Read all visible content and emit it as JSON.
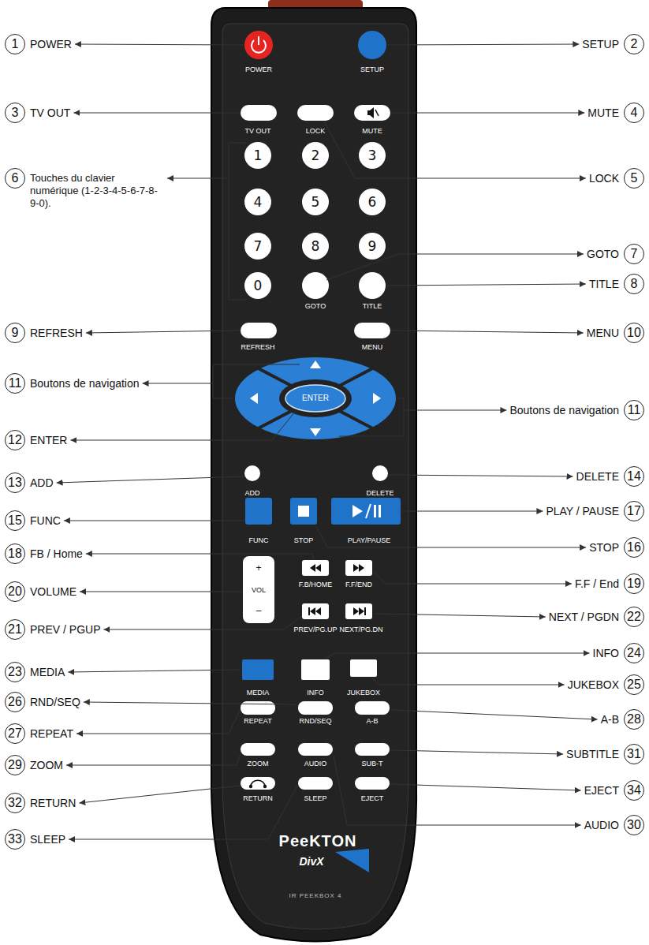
{
  "diagram": {
    "nodes": [
      {
        "text": [
          "1",
          "POWER"
        ]
      },
      {
        "text": [
          "2",
          "SETUP"
        ]
      },
      {
        "text": [
          "3",
          "TV OUT"
        ]
      },
      {
        "text": [
          "4",
          "MUTE"
        ]
      },
      {
        "text": [
          "6",
          "Touches du clavier numérique (1-2-3-4-5-6-7-8-9-0)."
        ]
      },
      {
        "text": [
          "5",
          "LOCK"
        ]
      },
      {
        "text": [
          "7",
          "GOTO"
        ]
      },
      {
        "text": [
          "8",
          "TITLE"
        ]
      },
      {
        "text": [
          "9",
          "REFRESH"
        ]
      },
      {
        "text": [
          "10",
          "MENU"
        ]
      },
      {
        "text": [
          "11",
          "Boutons de navigation"
        ]
      },
      {
        "text": [
          "11",
          "Boutons de navigation"
        ]
      },
      {
        "text": [
          "12",
          "ENTER"
        ]
      },
      {
        "text": [
          "13",
          "ADD"
        ]
      },
      {
        "text": [
          "14",
          "DELETE"
        ]
      },
      {
        "text": [
          "15",
          "FUNC"
        ]
      },
      {
        "text": [
          "17",
          "PLAY / PAUSE"
        ]
      },
      {
        "text": [
          "18",
          "FB / Home"
        ]
      },
      {
        "text": [
          "16",
          "STOP"
        ]
      },
      {
        "text": [
          "20",
          "VOLUME"
        ]
      },
      {
        "text": [
          "19",
          "F.F / End"
        ]
      },
      {
        "text": [
          "21",
          "PREV / PGUP"
        ]
      },
      {
        "text": [
          "22",
          "NEXT / PGDN"
        ]
      },
      {
        "text": [
          "23",
          "MEDIA"
        ]
      },
      {
        "text": [
          "24",
          "INFO"
        ]
      },
      {
        "text": [
          "26",
          "RND/SEQ"
        ]
      },
      {
        "text": [
          "25",
          "JUKEBOX"
        ]
      },
      {
        "text": [
          "27",
          "REPEAT"
        ]
      },
      {
        "text": [
          "28",
          "A-B"
        ]
      },
      {
        "text": [
          "29",
          "ZOOM"
        ]
      },
      {
        "text": [
          "31",
          "SUBTITLE"
        ]
      },
      {
        "text": [
          "32",
          "RETURN"
        ]
      },
      {
        "text": [
          "34",
          "EJECT"
        ]
      },
      {
        "text": [
          "33",
          "SLEEP"
        ]
      },
      {
        "text": [
          "30",
          "AUDIO"
        ]
      }
    ],
    "labels": [
      "POWER",
      "SETUP",
      "TV OUT",
      "LOCK",
      "MUTE",
      "1",
      "2",
      "3",
      "4",
      "5",
      "6",
      "7",
      "8",
      "9",
      "0",
      "GOTO",
      "TITLE",
      "REFRESH",
      "MENU",
      "ENTER",
      "ADD",
      "DELETE",
      "FUNC",
      "STOP",
      "PLAY/PAUSE",
      "+",
      "VOL",
      "–",
      "F.B/HOME",
      "F.F/END",
      "PREV/PG.UP",
      "NEXT/PG.DN",
      "MEDIA",
      "INFO",
      "JUKEBOX",
      "REPEAT",
      "RND/SEQ",
      "A-B",
      "ZOOM",
      "AUDIO",
      "SUB-T",
      "RETURN",
      "SLEEP",
      "EJECT",
      "PeeKTON",
      "DivX",
      "IR PEEKBOX 4"
    ]
  }
}
